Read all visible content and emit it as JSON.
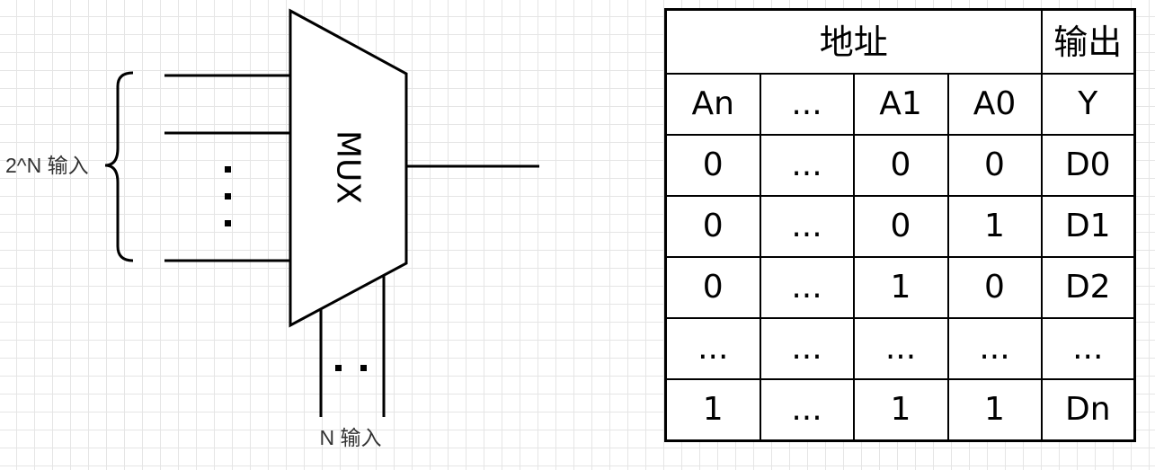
{
  "mux": {
    "label": "MUX",
    "input_label": "2^N 输入",
    "select_label": "N 输入",
    "input_ellipsis": "...",
    "select_ellipsis": ".."
  },
  "table": {
    "header_group": "地址",
    "header_output": "输出",
    "columns": [
      "An",
      "...",
      "A1",
      "A0",
      "Y"
    ],
    "rows": [
      [
        "0",
        "...",
        "0",
        "0",
        "D0"
      ],
      [
        "0",
        "...",
        "0",
        "1",
        "D1"
      ],
      [
        "0",
        "...",
        "1",
        "0",
        "D2"
      ],
      [
        "...",
        "...",
        "...",
        "...",
        "..."
      ],
      [
        "1",
        "...",
        "1",
        "1",
        "Dn"
      ]
    ]
  }
}
